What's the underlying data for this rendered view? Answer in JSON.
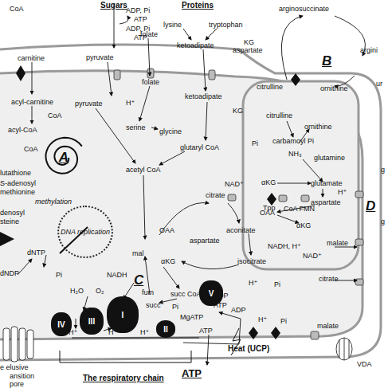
{
  "diagram": {
    "nodes": [
      {
        "text": [
          "A"
        ]
      },
      {
        "text": [
          "DNA replication"
        ]
      },
      {
        "text": [
          "IV"
        ]
      },
      {
        "text": [
          "III"
        ]
      },
      {
        "text": [
          "I"
        ]
      },
      {
        "text": [
          "II"
        ]
      },
      {
        "text": [
          "V"
        ]
      }
    ],
    "labels": [
      "Sugars",
      "Proteins",
      "ADP, Pi",
      "ATP",
      "ADP, Pi",
      "ATP",
      "CoA",
      "lysine",
      "tryptophan",
      "folate",
      "ketoadipate",
      "KG",
      "pyruvate",
      "carnitine",
      "arginosuccinate",
      "aspartate",
      "B",
      "argini",
      "ur",
      "citrulline",
      "ornithine",
      "folate",
      "H⁺",
      "pyruvate",
      "serine",
      "glycine",
      "ketoadipate",
      "KG",
      "glutaryl CoA",
      "acyl-carnitine",
      "CoA",
      "acyl-CoA",
      "CoA",
      "acetyl CoA",
      "lutathione",
      "S-adenosyl",
      "methionine",
      "methylation",
      "denosyl",
      "steine",
      "dNTP",
      "dNDP",
      "Pi",
      "citrulline",
      "ornithine",
      "Pi",
      "carbamoyl Pi",
      "NH₃",
      "glutamine",
      "αKG",
      "glutamate",
      "H⁺",
      "aspartate",
      "OAA",
      "αKG",
      "NADH, H⁺",
      "NAD⁺",
      "malate",
      "citrate",
      "malate",
      "g",
      "D",
      "g",
      "NAD⁺",
      "Tpp",
      "CoA FMN",
      "citrate",
      "aconitate",
      "OAA",
      "aspartate",
      "mal",
      "αKG",
      "isocitrate",
      "C",
      "NADH",
      "fum",
      "succ CoA",
      "succ",
      "Pi",
      "MgATP",
      "H₂O",
      "O₂",
      "H⁺",
      "H⁺",
      "H⁺",
      "ADP",
      "ATP",
      "H⁺",
      "Pi",
      "H⁺",
      "Pi",
      "ADP",
      "ATP",
      "Heat (UCP)",
      "ATP",
      "VDA",
      "e elusive",
      "ansition",
      "pore",
      "The respiratory chain"
    ]
  }
}
